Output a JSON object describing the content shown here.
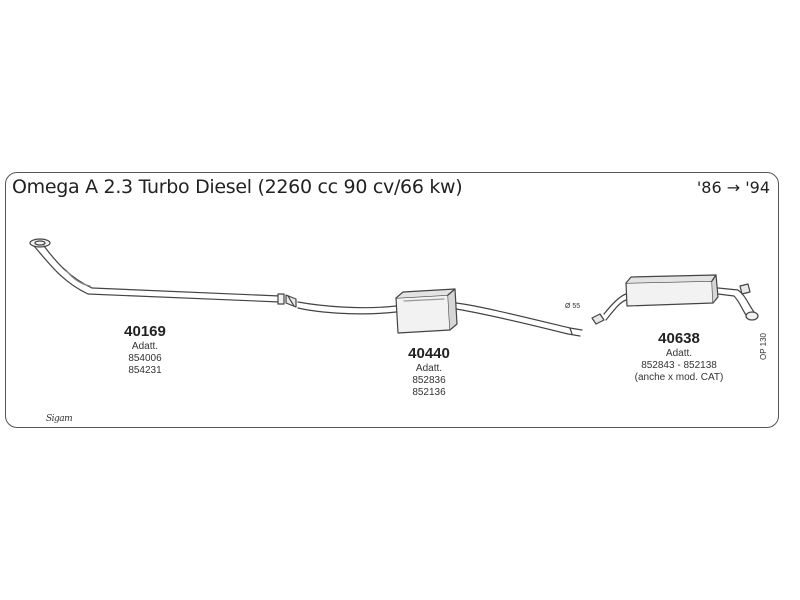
{
  "title": "Omega A 2.3 Turbo Diesel (2260 cc 90 cv/66 kw)",
  "years": "'86 → '94",
  "parts": [
    {
      "number": "40169",
      "lines": [
        "Adatt.",
        "854006",
        "854231"
      ]
    },
    {
      "number": "40440",
      "lines": [
        "Adatt.",
        "852836",
        "852136"
      ]
    },
    {
      "number": "40638",
      "lines": [
        "Adatt.",
        "852843 - 852138",
        "(anche x mod. CAT)"
      ]
    }
  ],
  "dimension_label": "Ø 55",
  "reference_code": "OP 130",
  "logo_text": "Sigam",
  "colors": {
    "outline": "#444444",
    "fill": "#f2f2f2",
    "shade": "#cfcfcf"
  }
}
